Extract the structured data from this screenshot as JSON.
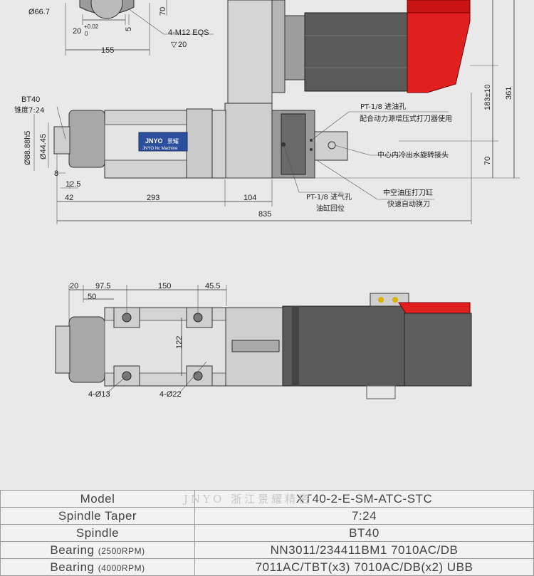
{
  "top_view": {
    "dims": {
      "flange_dia": "Ø66.7",
      "flange_70": "70",
      "pocket_width": "20",
      "pocket_tol": "+0.02",
      "pocket_tol_low": "0",
      "pocket_5": "5",
      "flange_155": "155",
      "thread_note": "4-M12 EQS",
      "thread_depth": "20",
      "height_183": "183±10",
      "height_361": "361",
      "height_70": "70"
    }
  },
  "front_view": {
    "taper_label": "BT40",
    "taper_ratio": "锥度7:24",
    "dia_88": "Ø88.88h5",
    "dia_44": "Ø44.45",
    "dim_8": "8",
    "dim_12_5": "12.5",
    "dim_42": "42",
    "dim_293": "293",
    "dim_104": "104",
    "dim_835": "835",
    "brand": "JNYO",
    "brand_cn": "景耀",
    "brand_sub": "JNYO Nc Machine",
    "callout_oil_in_1": "PT-1/8 进油孔",
    "callout_oil_in_2": "配合动力源增压式打刀器使用",
    "callout_rotary": "中心内冷出水旋转接头",
    "callout_air_1": "PT-1/8 进气孔",
    "callout_air_2": "油缸回位",
    "callout_cyl_1": "中空油压打刀缸",
    "callout_cyl_2": "快速自动换刀"
  },
  "side_view": {
    "dim_20": "20",
    "dim_97_5": "97.5",
    "dim_50": "50",
    "dim_150": "150",
    "dim_45_5": "45.5",
    "dim_122": "122",
    "hole_13": "4-Ø13",
    "hole_22": "4-Ø22"
  },
  "colors": {
    "motor_red": "#e01f1f",
    "motor_body": "#555555",
    "body_grey": "#c8c8c8"
  },
  "watermark": "JNYO 浙江景耀精密",
  "specs": [
    {
      "label": "Model",
      "sub": "",
      "value": "XT40-2-E-SM-ATC-STC"
    },
    {
      "label": "Spindle Taper",
      "sub": "",
      "value": "7:24"
    },
    {
      "label": "Spindle",
      "sub": "",
      "value": "BT40"
    },
    {
      "label": "Bearing",
      "sub": "(2500RPM)",
      "value": "NN3011/234411BM1 7010AC/DB"
    },
    {
      "label": "Bearing",
      "sub": "(4000RPM)",
      "value": "7011AC/TBT(x3) 7010AC/DB(x2) UBB"
    }
  ]
}
